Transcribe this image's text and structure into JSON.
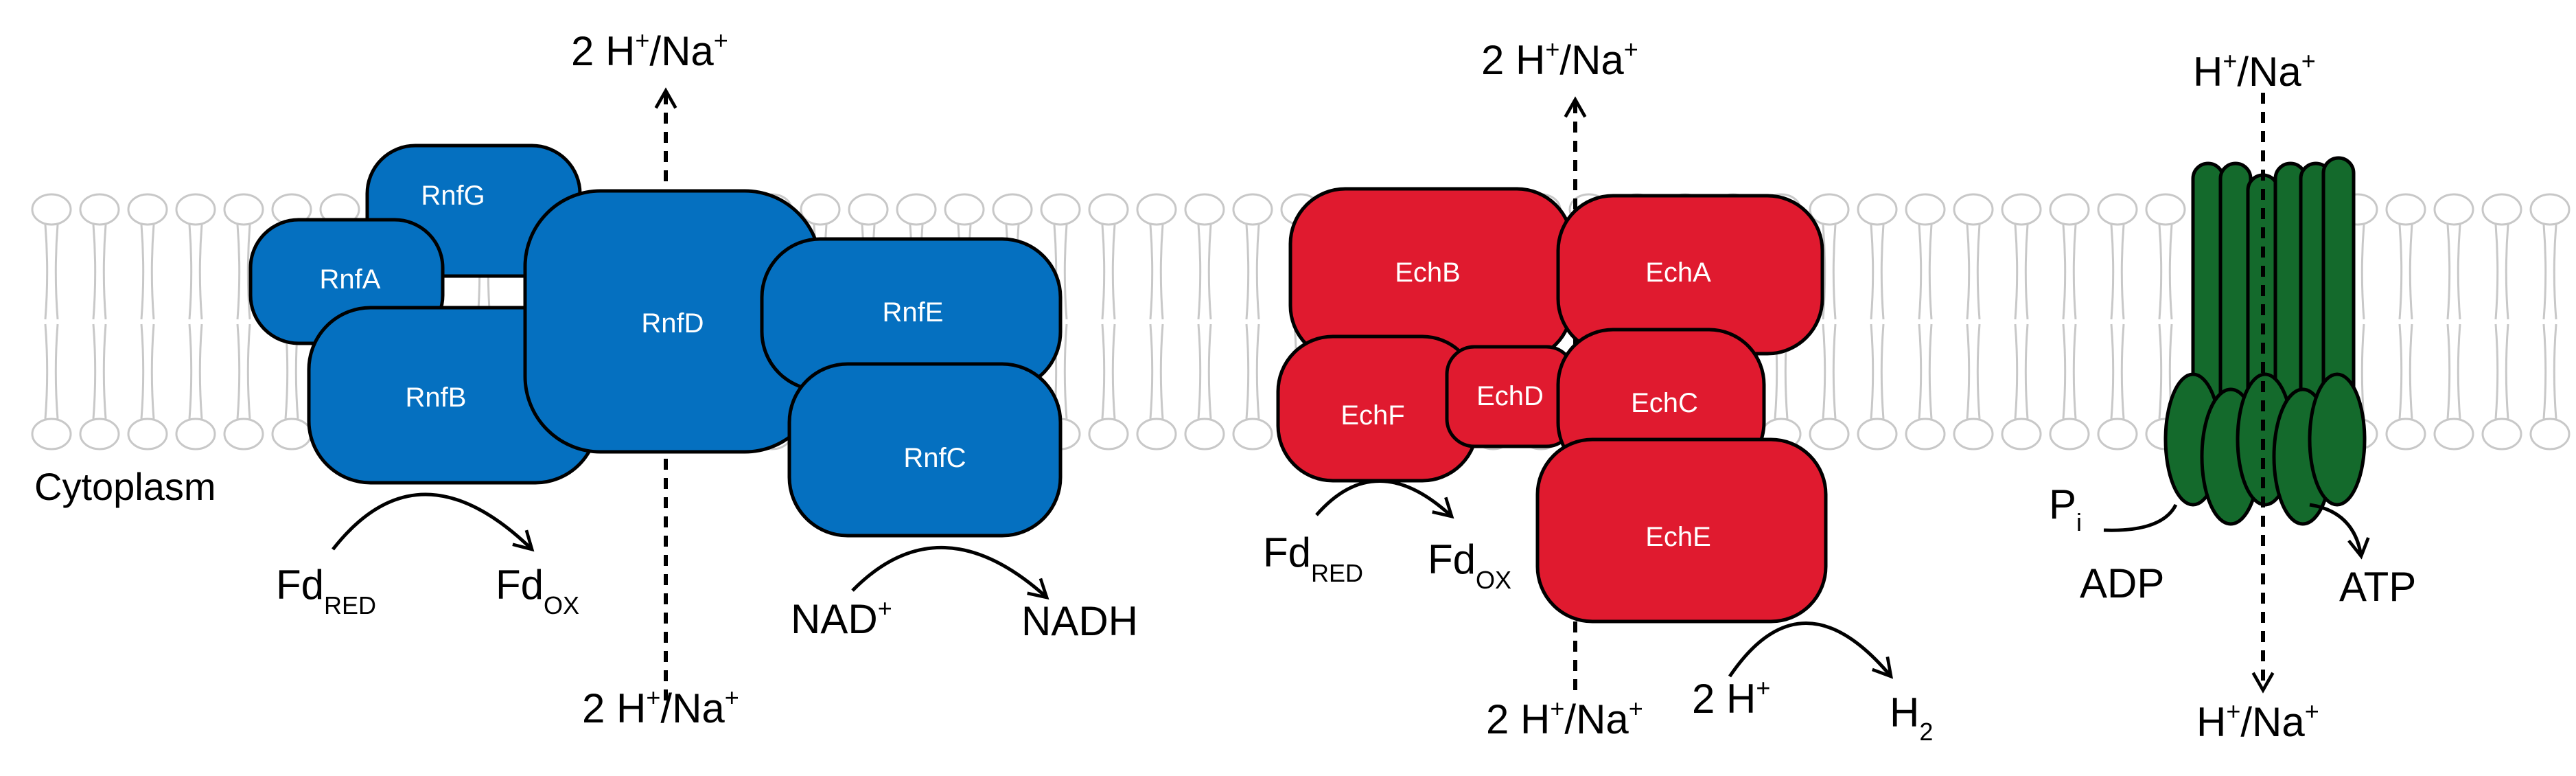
{
  "colors": {
    "rnf": "#0570c0",
    "ech": "#e01a2f",
    "atp": "#146a2c",
    "membrane": "#c8c8c8",
    "outline": "#000000"
  },
  "region_label": "Cytoplasm",
  "rnf": {
    "subunits": [
      "RnfG",
      "RnfA",
      "RnfB",
      "RnfD",
      "RnfE",
      "RnfC"
    ],
    "ion_top": {
      "main": "2 H",
      "sup1": "+",
      "mid": "/Na",
      "sup2": "+"
    },
    "ion_bottom": {
      "main": "2 H",
      "sup1": "+",
      "mid": "/Na",
      "sup2": "+"
    },
    "fd_red": {
      "main": "Fd",
      "sub": "RED"
    },
    "fd_ox": {
      "main": "Fd",
      "sub": "OX"
    },
    "nad": {
      "main": "NAD",
      "sup": "+"
    },
    "nadh": "NADH"
  },
  "ech": {
    "subunits": [
      "EchB",
      "EchA",
      "EchF",
      "EchD",
      "EchC",
      "EchE"
    ],
    "ion_top": {
      "main": "2 H",
      "sup1": "+",
      "mid": "/Na",
      "sup2": "+"
    },
    "ion_bottom": {
      "main": "2 H",
      "sup1": "+",
      "mid": "/Na",
      "sup2": "+"
    },
    "fd_red": {
      "main": "Fd",
      "sub": "RED"
    },
    "fd_ox": {
      "main": "Fd",
      "sub": "OX"
    },
    "protons": {
      "main": "2 H",
      "sup": "+"
    },
    "h2": {
      "main": "H",
      "sub": "2"
    }
  },
  "atp_synthase": {
    "ion_top": {
      "main": "H",
      "sup1": "+",
      "mid": "/Na",
      "sup2": "+"
    },
    "ion_bottom": {
      "main": "H",
      "sup1": "+",
      "mid": "/Na",
      "sup2": "+"
    },
    "pi": {
      "main": "P",
      "sub": "i"
    },
    "adp": "ADP",
    "atp": "ATP"
  }
}
